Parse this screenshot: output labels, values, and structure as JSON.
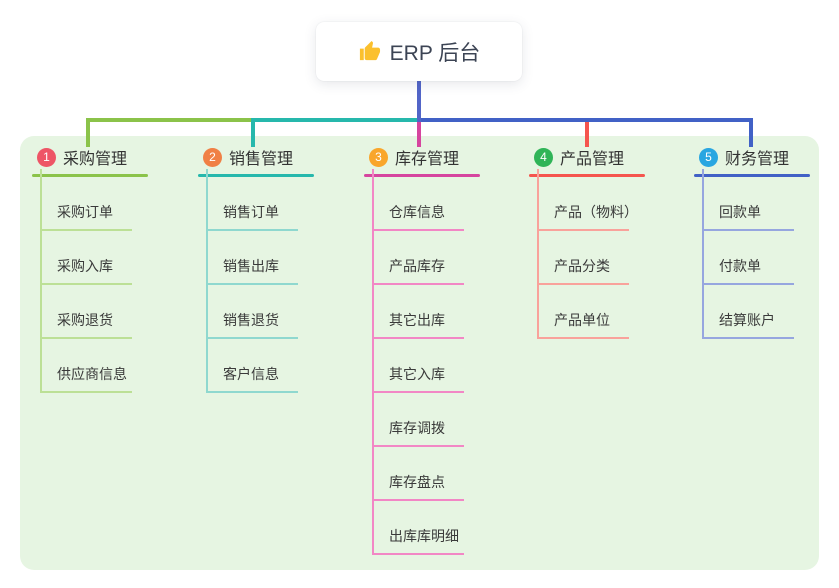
{
  "root": {
    "label": "ERP 后台",
    "icon": "thumb-up-icon",
    "icon_color": "#FBC02D",
    "stem_color": "#5265C8"
  },
  "panel": {
    "background": "#E6F5E2"
  },
  "branches": [
    {
      "number": "1",
      "label": "采购管理",
      "badge_color": "#EE5566",
      "line_color": "#8BC34A",
      "child_line_color": "#BCE096",
      "children": [
        "采购订单",
        "采购入库",
        "采购退货",
        "供应商信息"
      ]
    },
    {
      "number": "2",
      "label": "销售管理",
      "badge_color": "#F08045",
      "line_color": "#26B8AC",
      "child_line_color": "#8FD8CF",
      "children": [
        "销售订单",
        "销售出库",
        "销售退货",
        "客户信息"
      ]
    },
    {
      "number": "3",
      "label": "库存管理",
      "badge_color": "#F9A62B",
      "line_color": "#D6459F",
      "child_line_color": "#F287C5",
      "children": [
        "仓库信息",
        "产品库存",
        "其它出库",
        "其它入库",
        "库存调拨",
        "库存盘点",
        "出库库明细"
      ]
    },
    {
      "number": "4",
      "label": "产品管理",
      "badge_color": "#2FB457",
      "line_color": "#F5554E",
      "child_line_color": "#F9A29B",
      "children": [
        "产品（物料）",
        "产品分类",
        "产品单位"
      ]
    },
    {
      "number": "5",
      "label": "财务管理",
      "badge_color": "#29A6E1",
      "line_color": "#4161C6",
      "child_line_color": "#96A6DF",
      "children": [
        "回款单",
        "付款单",
        "结算账户"
      ]
    }
  ]
}
